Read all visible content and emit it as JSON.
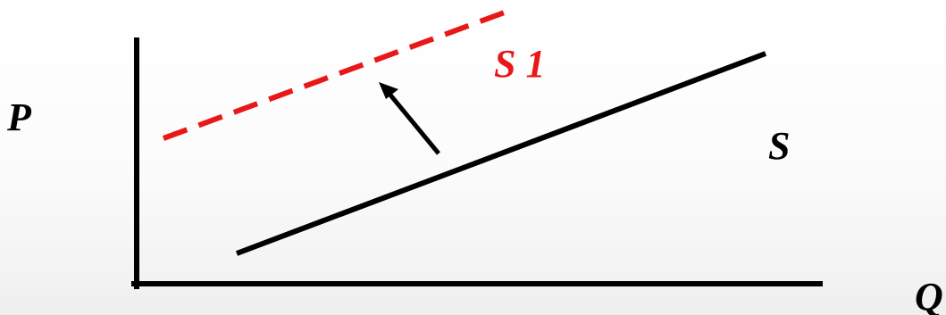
{
  "labels": {
    "y_axis": "P",
    "x_axis": "Q",
    "supply_original": "S",
    "supply_shifted": "S 1"
  },
  "colors": {
    "background": "#ffffff",
    "axes": "#000000",
    "supply_line": "#000000",
    "shifted_line": "#e81818",
    "shifted_label": "#e81818",
    "arrow": "#000000",
    "text": "#000000"
  },
  "styles": {
    "shifted_line": "dashed",
    "supply_line": "solid"
  },
  "icons": {
    "shift_arrow": "arrow-up-left-icon"
  }
}
